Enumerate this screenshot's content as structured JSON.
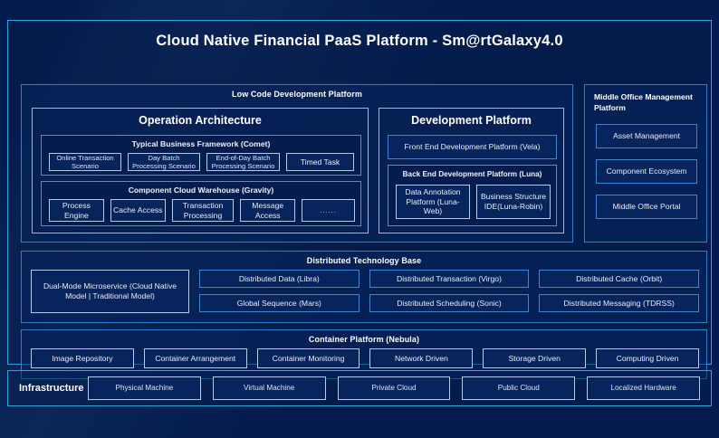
{
  "title": "Cloud Native Financial PaaS Platform - Sm@rtGalaxy4.0",
  "colors": {
    "background": "#031b4e",
    "accent_border": "#29a8e0",
    "panel_border": "#2e7fc4",
    "card_border": "#b9c9e8",
    "text": "#ffffff"
  },
  "low_code": {
    "title": "Low Code Development Platform",
    "operation_architecture": {
      "title": "Operation Architecture",
      "typical_business_framework": {
        "title": "Typical Business Framework (Comet)",
        "items": [
          "Online Transaction Scenario",
          "Day Batch Processing Scenario",
          "End-of-Day Batch Processing Scenario",
          "Timed Task"
        ]
      },
      "component_cloud_warehouse": {
        "title": "Component Cloud Warehouse (Gravity)",
        "items": [
          "Process Engine",
          "Cache Access",
          "Transaction Processing",
          "Message Access",
          "......"
        ]
      }
    },
    "development_platform": {
      "title": "Development Platform",
      "front_end": "Front End Development Platform (Vela)",
      "back_end": {
        "title": "Back End Development Platform (Luna)",
        "items": [
          "Data Annotation Platform (Luna-Web)",
          "Business Structure IDE(Luna-Robin)"
        ]
      }
    }
  },
  "middle_office": {
    "title": "Middle Office Management Platform",
    "items": [
      "Asset Management",
      "Component Ecosystem",
      "Middle Office Portal"
    ]
  },
  "distributed_technology_base": {
    "title": "Distributed Technology Base",
    "primary": "Dual-Mode Microservice (Cloud Native Model | Traditional Model)",
    "grid": [
      "Distributed Data (Libra)",
      "Distributed Transaction (Virgo)",
      "Distributed Cache (Orbit)",
      "Global Sequence (Mars)",
      "Distributed Scheduling (Sonic)",
      "Distributed Messaging (TDRSS)"
    ]
  },
  "container_platform": {
    "title": "Container Platform (Nebula)",
    "items": [
      "Image Repository",
      "Container Arrangement",
      "Container Monitoring",
      "Network Driven",
      "Storage Driven",
      "Computing Driven"
    ]
  },
  "infrastructure": {
    "label": "Infrastructure",
    "items": [
      "Physical Machine",
      "Virtual Machine",
      "Private Cloud",
      "Public Cloud",
      "Localized Hardware"
    ]
  }
}
